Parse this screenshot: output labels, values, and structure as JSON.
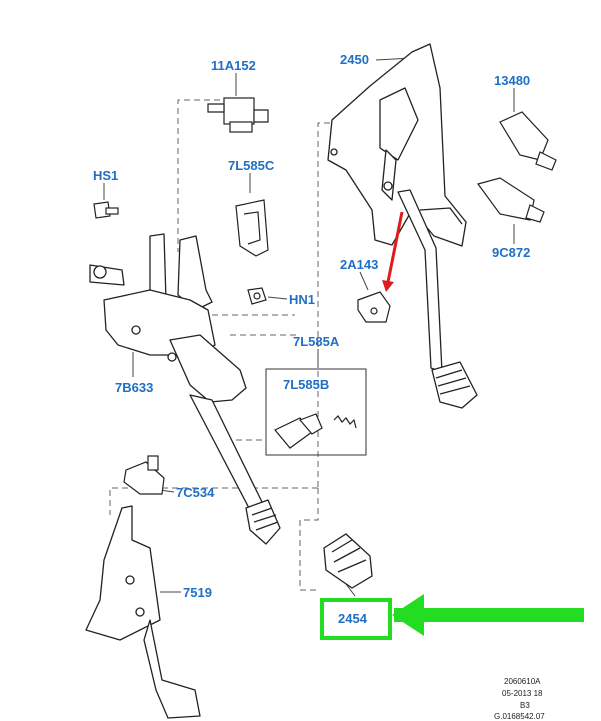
{
  "labels": {
    "p2450": "2450",
    "p11A152": "11A152",
    "p13480": "13480",
    "pHS1": "HS1",
    "p7L585C": "7L585C",
    "p9C872": "9C872",
    "p2A143": "2A143",
    "pHN1": "HN1",
    "p7L585A": "7L585A",
    "p7L585B": "7L585B",
    "p7B633": "7B633",
    "p7C534": "7C534",
    "p7519": "7519",
    "p2454": "2454"
  },
  "footer": {
    "line1": "2060610A",
    "line2": "05-2013 18",
    "line3": "B3",
    "line4": "G.0168542.07"
  },
  "colors": {
    "label_blue": "#1f6fc6",
    "highlight_green": "#22dd22",
    "callout_red": "#e01b1b",
    "line_gray": "#555555"
  }
}
